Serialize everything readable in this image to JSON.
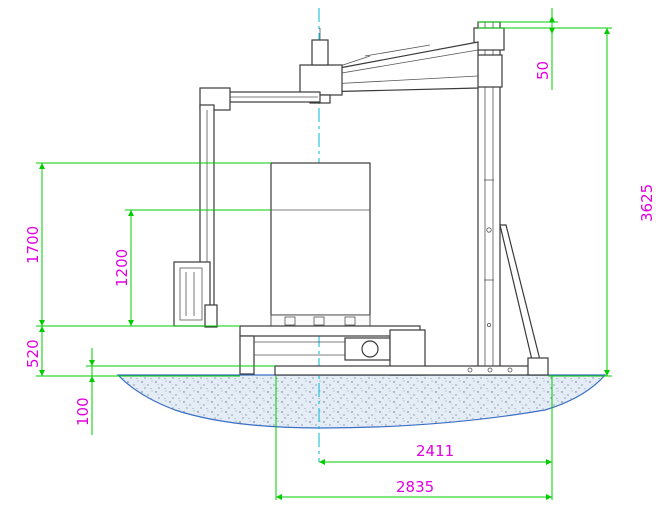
{
  "dimensions": {
    "top_offset": "50",
    "column_height": "3625",
    "max_load_height": "1700",
    "load_height": "1200",
    "platform_height": "520",
    "ground_offset": "100",
    "center_width": "2411",
    "total_width": "2835"
  },
  "colors": {
    "dimension_text": "#e000e0",
    "dimension_lines": "#00cc00",
    "centerline": "#00b7d7",
    "machine_lines": "#3a3a3a",
    "ground": "#dde7f3"
  }
}
